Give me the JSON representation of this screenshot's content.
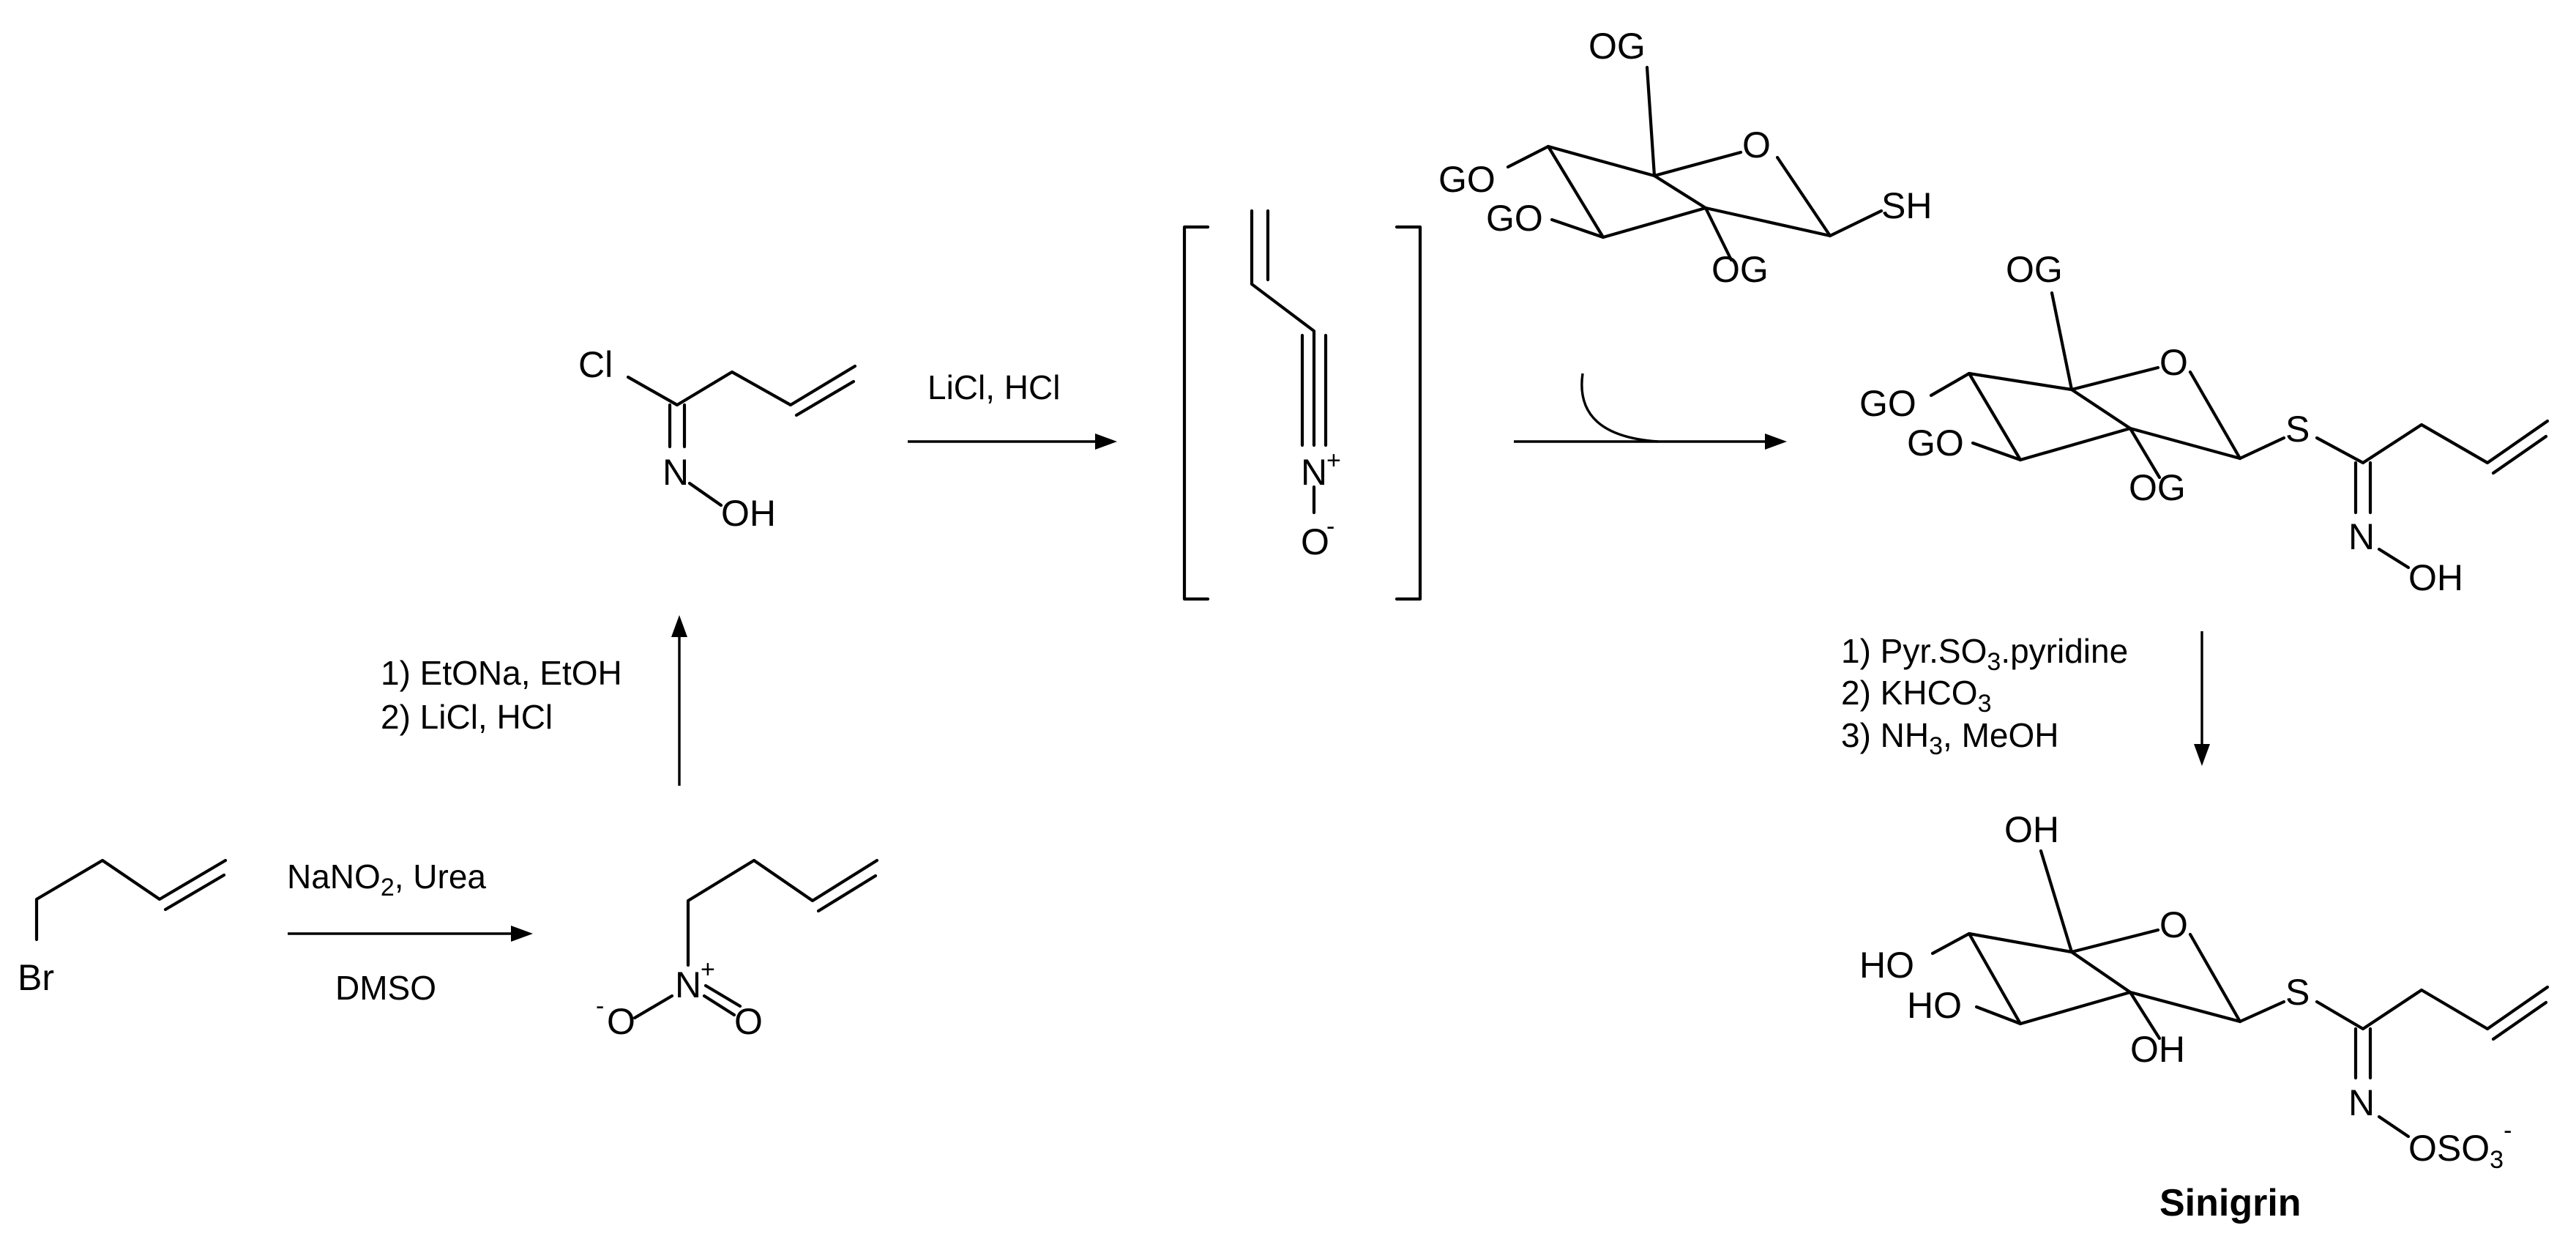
{
  "atoms": {
    "br": "Br",
    "cl": "Cl",
    "n": "N",
    "oh": "OH",
    "o": "O",
    "minus": "-",
    "plus": "+",
    "og": "OG",
    "go": "GO",
    "sh": "SH",
    "s": "S",
    "ho": "HO",
    "oso3_a": "OSO",
    "oso3_b": "3",
    "oso3_c": "-"
  },
  "reagents": {
    "step1_top_a": "NaNO",
    "step1_top_b": "2",
    "step1_top_c": ", Urea",
    "step1_bottom": "DMSO",
    "step2_line1": "1) EtONa, EtOH",
    "step2_line2": "2) LiCl, HCl",
    "step3": "LiCl, HCl",
    "step5_line1_a": "1) Pyr.SO",
    "step5_line1_b": "3",
    "step5_line1_c": ".pyridine",
    "step5_line2_a": "2) KHCO",
    "step5_line2_b": "3",
    "step5_line3_a": "3) NH",
    "step5_line3_b": "3",
    "step5_line3_c": ", MeOH"
  },
  "product_name": "Sinigrin"
}
